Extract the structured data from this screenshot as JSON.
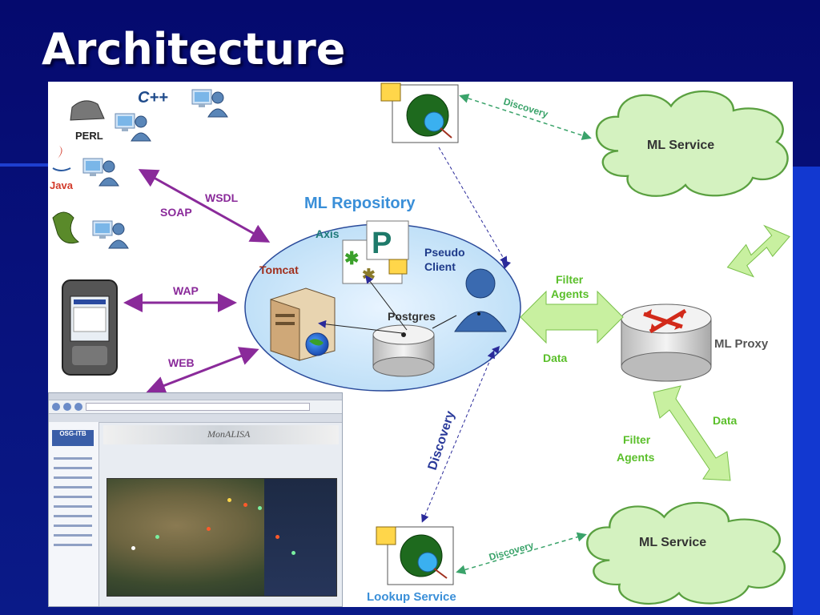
{
  "slide": {
    "title": "Architecture"
  },
  "diagram": {
    "ml_repository": "ML Repository",
    "axis": "Axis",
    "tomcat": "Tomcat",
    "pseudo_client": "Pseudo\nClient",
    "pseudo_label": "Pseudo",
    "client_label": "Client",
    "postgres": "Postgres",
    "ml_proxy": "ML Proxy",
    "ml_service_top": "ML Service",
    "ml_service_bottom": "ML Service",
    "lookup_service": "Lookup Service",
    "links": {
      "soap": "SOAP",
      "wsdl": "WSDL",
      "wap": "WAP",
      "web": "WEB",
      "discovery_top": "Discovery",
      "discovery_mid": "Discovery",
      "discovery_bottom": "Discovery",
      "filter_agents_1a": "Filter",
      "filter_agents_1b": "Agents",
      "data_1": "Data",
      "filter_agents_2a": "Filter",
      "filter_agents_2b": "Agents",
      "data_2": "Data"
    },
    "clients": {
      "perl": "PERL",
      "java": "Java",
      "cpp": "C++"
    },
    "browser": {
      "logo": "OSG-ITB",
      "banner": "MonALISA"
    },
    "colors": {
      "arrow_purple": "#8a2a9a",
      "arrow_green": "#c8f0a0",
      "cloud_fill": "#d4f2c0",
      "cloud_stroke": "#5aa040",
      "label_blue": "#3a8fd8",
      "label_green": "#5abf2a",
      "discovery_blue": "#2a3a9a"
    }
  }
}
